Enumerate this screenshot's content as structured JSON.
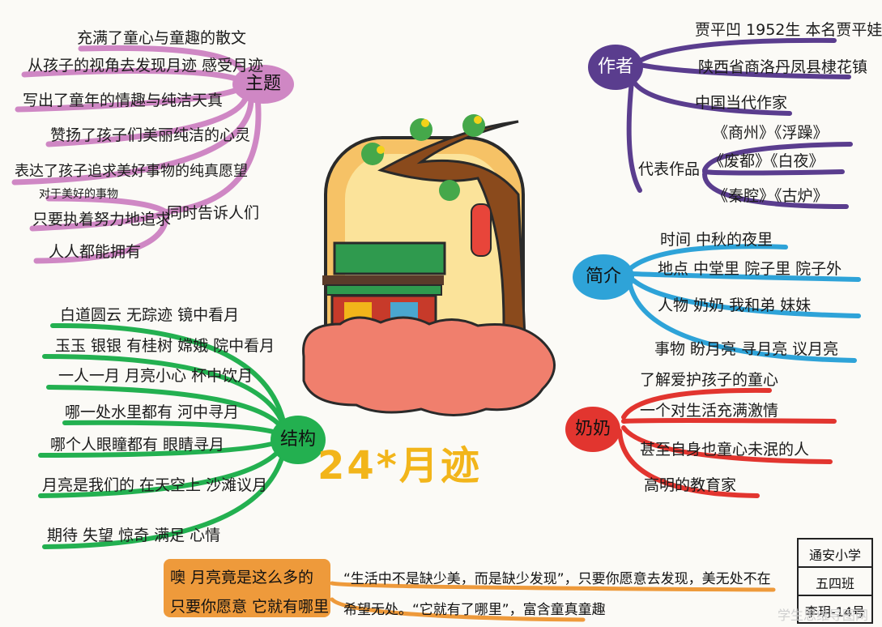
{
  "title": "24*月迹",
  "topic": {
    "label": "主题",
    "items": [
      "充满了童心与童趣的散文",
      "从孩子的视角去发现月迹 感受月迹",
      "写出了童年的情趣与纯洁天真",
      "赞扬了孩子们美丽纯洁的心灵",
      "表达了孩子追求美好事物的纯真愿望"
    ],
    "sub_connector": "同时告诉人们",
    "sub_items": [
      "对于美好的事物",
      "只要执着努力地追求",
      "人人都能拥有"
    ]
  },
  "author": {
    "label": "作者",
    "items": [
      "贾平凹 1952生 本名贾平娃",
      "陕西省商洛丹凤县棣花镇",
      "中国当代作家"
    ],
    "works_label": "代表作品",
    "works": [
      "《商州》《浮躁》",
      "《废都》《白夜》",
      "《秦腔》《古炉》"
    ]
  },
  "intro": {
    "label": "简介",
    "items": [
      "时间 中秋的夜里",
      "地点 中堂里 院子里 院子外",
      "人物 奶奶 我和弟 妹妹",
      "事物 盼月亮 寻月亮 议月亮"
    ]
  },
  "grandma": {
    "label": "奶奶",
    "items": [
      "了解爱护孩子的童心",
      "一个对生活充满激情",
      "甚至自身也童心未泯的人",
      "高明的教育家"
    ]
  },
  "structure": {
    "label": "结构",
    "items": [
      "白道圆云 无踪迹 镜中看月",
      "玉玉 银银 有桂树 嫦娥 院中看月",
      "一人一月 月亮小心 杯中饮月",
      "哪一处水里都有 河中寻月",
      "哪个人眼瞳都有 眼睛寻月",
      "月亮是我们的 在天空上 沙滩议月",
      "期待 失望 惊奇 满足 心情"
    ]
  },
  "footer": {
    "left": [
      "噢 月亮竟是这么多的",
      "只要你愿意 它就有哪里"
    ],
    "right": [
      "“生活中不是缺少美，而是缺少发现”，只要你愿意去发现，美无处不在",
      "希望无处。“它就有了哪里”，富含童真童趣"
    ]
  },
  "school": [
    "通安小学",
    "五四班",
    "李玥-14号"
  ],
  "watermark": "学生思维导图网",
  "colors": {
    "topic": "#cf87c4",
    "author": "#5a3d8e",
    "intro": "#2ea3d8",
    "grandma": "#e2352f",
    "structure": "#23b050",
    "footer": "#ee9a3b",
    "title": "#f2b51a"
  }
}
